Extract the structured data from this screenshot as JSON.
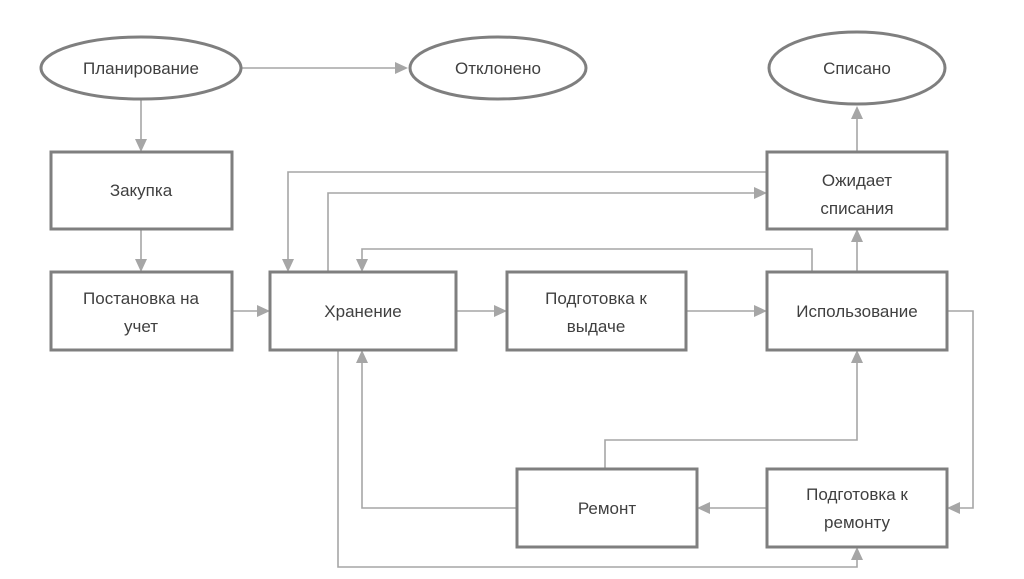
{
  "nodes": {
    "planning": "Планирование",
    "rejected": "Отклонено",
    "written_off": "Списано",
    "purchase": "Закупка",
    "awaiting_line1": "Ожидает",
    "awaiting_line2": "списания",
    "registration_line1": "Постановка на",
    "registration_line2": "учет",
    "storage": "Хранение",
    "prep_issue_line1": "Подготовка к",
    "prep_issue_line2": "выдаче",
    "usage": "Использование",
    "repair": "Ремонт",
    "prep_repair_line1": "Подготовка к",
    "prep_repair_line2": "ремонту"
  },
  "colors": {
    "node_border": "#7f7f7f",
    "edge": "#a6a6a6",
    "text": "#404040"
  }
}
